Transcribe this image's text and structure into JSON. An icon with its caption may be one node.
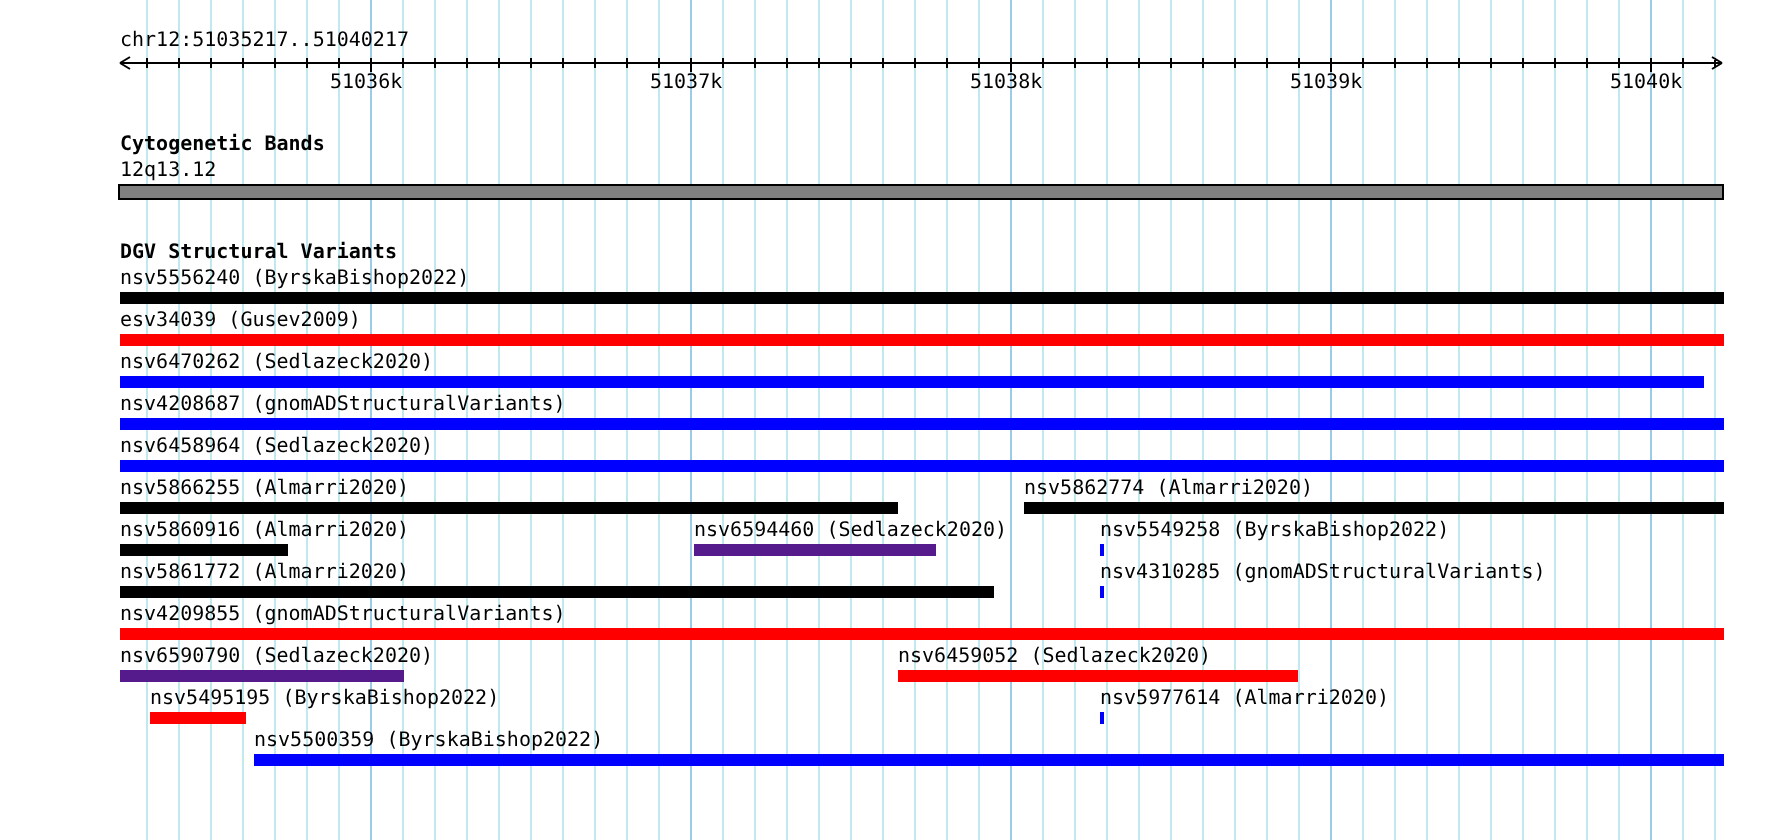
{
  "diagram": {
    "nodes": [
      {
        "text": [
          "12q13.12"
        ]
      },
      {
        "text": [
          "nsv5556240 (ByrskaBishop2022)"
        ]
      },
      {
        "text": [
          "esv34039 (Gusev2009)"
        ]
      },
      {
        "text": [
          "nsv6470262 (Sedlazeck2020)"
        ]
      },
      {
        "text": [
          "nsv4208687 (gnomADStructuralVariants)"
        ]
      },
      {
        "text": [
          "nsv6458964 (Sedlazeck2020)"
        ]
      },
      {
        "text": [
          "nsv5866255 (Almarri2020)"
        ]
      },
      {
        "text": [
          "nsv5862774 (Almarri2020)"
        ]
      },
      {
        "text": [
          "nsv5860916 (Almarri2020)"
        ]
      },
      {
        "text": [
          "nsv6594460 (Sedlazeck2020)"
        ]
      },
      {
        "text": [
          "nsv5549258 (ByrskaBishop2022)"
        ]
      },
      {
        "text": [
          "nsv5861772 (Almarri2020)"
        ]
      },
      {
        "text": [
          "nsv4310285 (gnomADStructuralVariants)"
        ]
      },
      {
        "text": [
          "nsv4209855 (gnomADStructuralVariants)"
        ]
      },
      {
        "text": [
          "nsv6590790 (Sedlazeck2020)"
        ]
      },
      {
        "text": [
          "nsv6459052 (Sedlazeck2020)"
        ]
      },
      {
        "text": [
          "nsv5495195 (ByrskaBishop2022)"
        ]
      },
      {
        "text": [
          "nsv5977614 (Almarri2020)"
        ]
      },
      {
        "text": [
          "nsv5500359 (ByrskaBishop2022)"
        ]
      }
    ],
    "labels": [
      "chr12:51035217..51040217",
      "51036k",
      "51037k",
      "51038k",
      "51039k",
      "51040k",
      "Cytogenetic Bands",
      "DGV Structural Variants"
    ]
  }
}
